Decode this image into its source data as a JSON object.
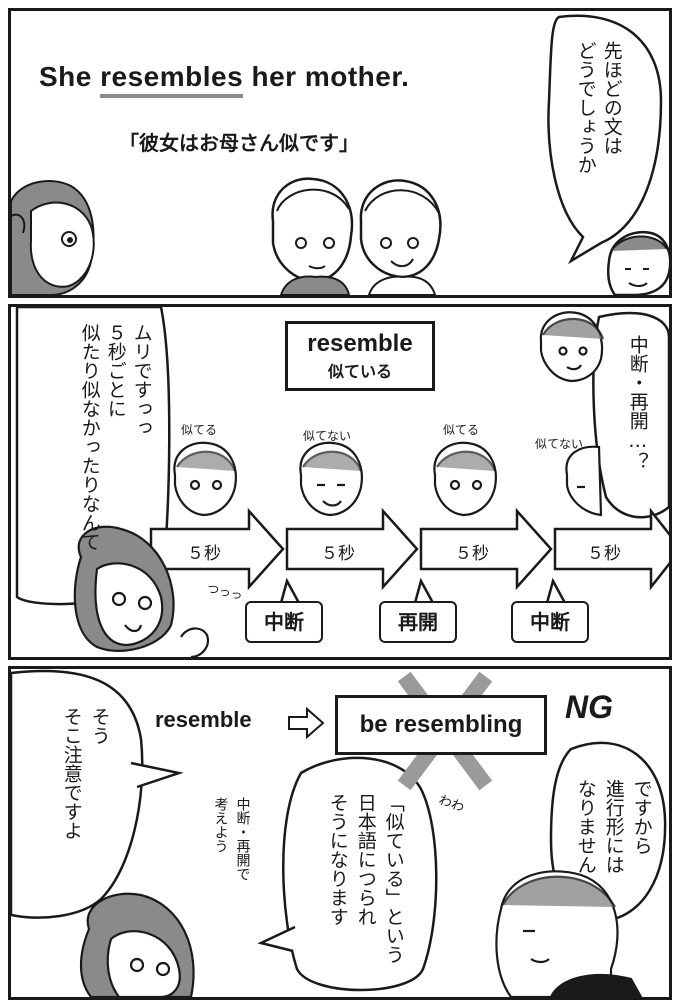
{
  "panel1": {
    "sentence_pre": "She ",
    "sentence_key": "resembles",
    "sentence_post": " her mother.",
    "translation": "「彼女はお母さん似です」",
    "bubble": [
      "先ほどの文は",
      "どうでしょうか"
    ]
  },
  "panel2": {
    "box_title": "resemble",
    "box_sub": "似ている",
    "bubble_left": [
      "ムリですっっ",
      "５秒ごとに",
      "似たり似なかったりなんて"
    ],
    "bubble_right": "中断・再開…？",
    "face_labels": [
      "似てる",
      "似てない",
      "似てる",
      "似てない"
    ],
    "arrow_label": "５秒",
    "tags": [
      "中断",
      "再開",
      "中断"
    ],
    "sfx": "つっっ"
  },
  "panel3": {
    "word_from": "resemble",
    "word_to": "be resembling",
    "ng": "NG",
    "cross": "X",
    "bubble_left": [
      "そう",
      "そこ注意ですよ"
    ],
    "bubble_mid": [
      "「似ている」という",
      "日本語につられ",
      "そうになります"
    ],
    "bubble_right": [
      "ですから",
      "進行形には",
      "なりません"
    ],
    "hand_note": [
      "中断・再開で",
      "考えよう"
    ],
    "sfx": "わわ"
  },
  "colors": {
    "ink": "#1a1a1a",
    "hair_gray": "#8a8a8a",
    "cross_gray": "#9a9a9a",
    "underline": "#8a8a8a"
  }
}
